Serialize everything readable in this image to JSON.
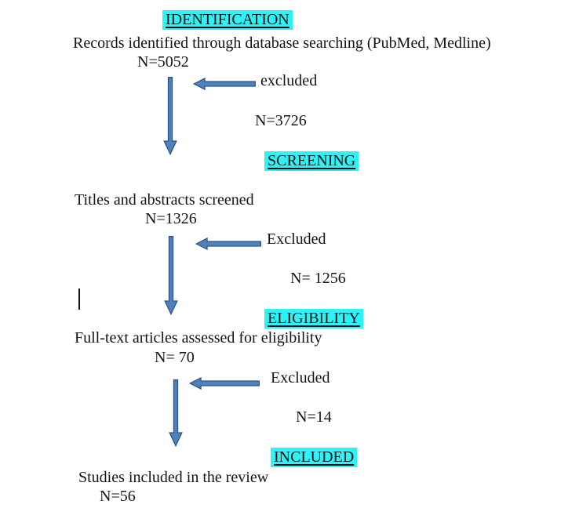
{
  "diagram": {
    "title": "PRISMA-style study selection flow diagram",
    "colors": {
      "highlight": "#2ef2f6",
      "arrow_fill": "#4f81bd",
      "arrow_stroke": "#2e5585",
      "text": "#141414",
      "background": "#ffffff"
    },
    "stages": [
      {
        "label": "IDENTIFICATION",
        "text": "Records identified through database searching (PubMed, Medline)",
        "count": "N=5052",
        "excluded_label": "excluded",
        "excluded_count": "N=3726"
      },
      {
        "label": "SCREENING",
        "text": "Titles and abstracts screened",
        "count": "N=1326",
        "excluded_label": "Excluded",
        "excluded_count": "N= 1256"
      },
      {
        "label": "ELIGIBILITY",
        "text": "Full-text articles assessed for eligibility",
        "count": "N= 70",
        "excluded_label": "Excluded",
        "excluded_count": "N=14"
      },
      {
        "label": "INCLUDED",
        "text": "Studies included in the review",
        "count": "N=56"
      }
    ]
  }
}
